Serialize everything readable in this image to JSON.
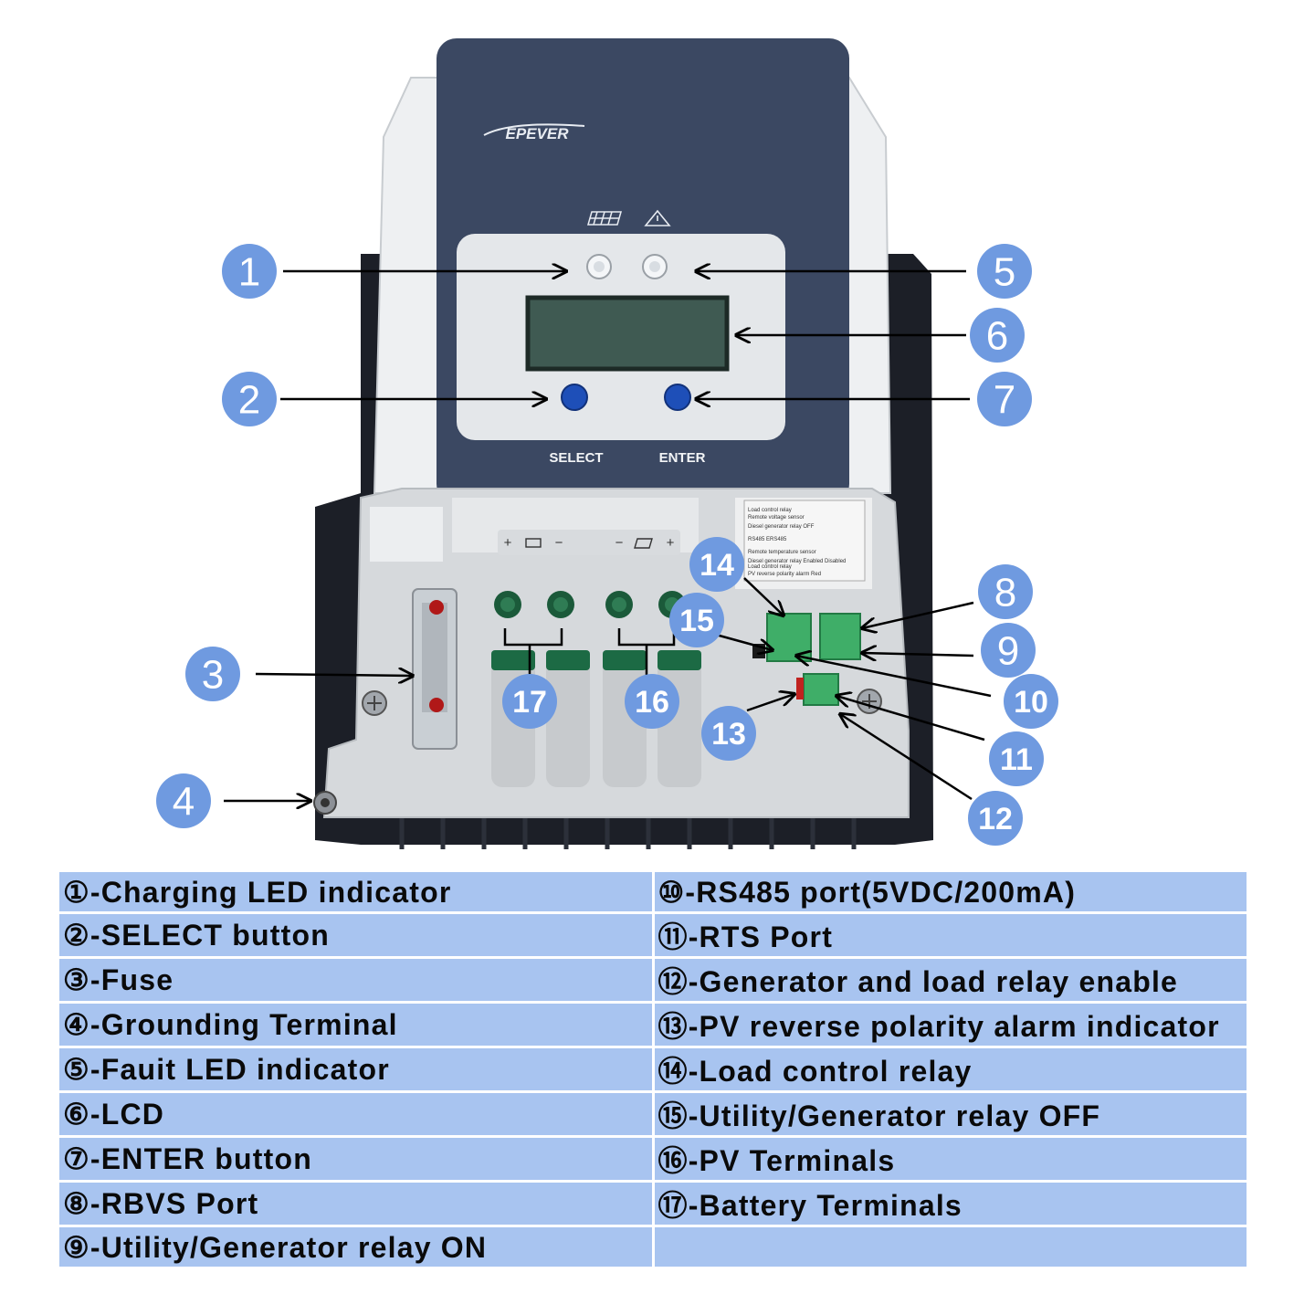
{
  "device": {
    "brand": "EPEVER",
    "select_label": "SELECT",
    "enter_label": "ENTER",
    "terminal_signs": [
      "+",
      "−",
      "−",
      "+"
    ]
  },
  "sticker_lines": [
    "Load control relay",
    "Remote voltage sensor",
    "Diesel generator relay  OFF",
    "RS485  ERS485",
    "Remote temperature sensor",
    "Diesel generator relay  Enabled  Disabled",
    "Load control relay",
    "PV reverse polarity alarm        Red"
  ],
  "callouts": [
    "1",
    "2",
    "3",
    "4",
    "5",
    "6",
    "7",
    "8",
    "9",
    "10",
    "11",
    "12",
    "13",
    "14",
    "15",
    "16",
    "17"
  ],
  "legend": {
    "rows": [
      {
        "left_num": "①",
        "left_text": "-Charging LED indicator",
        "right_num": "⑩",
        "right_text": "-RS485 port(5VDC/200mA)"
      },
      {
        "left_num": "②",
        "left_text": "-SELECT button",
        "right_num": "⑪",
        "right_text": "-RTS Port"
      },
      {
        "left_num": "③",
        "left_text": "-Fuse",
        "right_num": "⑫",
        "right_text": "-Generator and load relay enable"
      },
      {
        "left_num": "④",
        "left_text": "-Grounding Terminal",
        "right_num": "⑬",
        "right_text": "-PV reverse polarity alarm indicator"
      },
      {
        "left_num": "⑤",
        "left_text": "-Fauit LED indicator",
        "right_num": "⑭",
        "right_text": "-Load control relay"
      },
      {
        "left_num": "⑥",
        "left_text": "-LCD",
        "right_num": "⑮",
        "right_text": "-Utility/Generator relay OFF"
      },
      {
        "left_num": "⑦",
        "left_text": "-ENTER button",
        "right_num": "⑯",
        "right_text": "-PV Terminals"
      },
      {
        "left_num": "⑧",
        "left_text": "-RBVS Port",
        "right_num": "⑰",
        "right_text": "-Battery Terminals"
      },
      {
        "left_num": "⑨",
        "left_text": "-Utility/Generator relay ON",
        "right_num": "",
        "right_text": ""
      }
    ]
  },
  "colors": {
    "callout_fill": "#6f9ae0",
    "legend_bg": "#a8c4f0",
    "panel_navy": "#3b4862",
    "heatsink": "#1c1f27"
  }
}
